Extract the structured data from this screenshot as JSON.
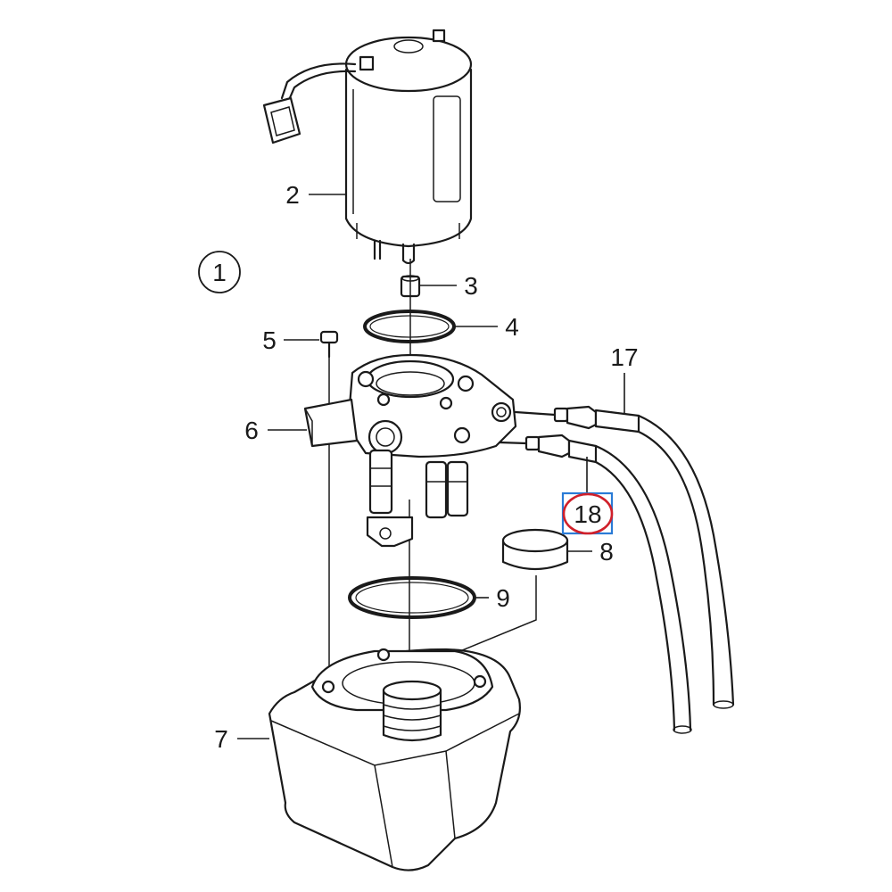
{
  "diagram": {
    "callouts": {
      "c1": "1",
      "c2": "2",
      "c3": "3",
      "c4": "4",
      "c5": "5",
      "c6": "6",
      "c7": "7",
      "c8": "8",
      "c9": "9",
      "c17": "17",
      "c18": "18"
    },
    "highlight": {
      "part": "18",
      "circle_color": "#d0202a",
      "box_color": "#2a7bd6"
    },
    "parts": [
      "electric-motor",
      "coupling",
      "o-ring-upper",
      "screw",
      "valve-block",
      "reservoir",
      "filter-cap",
      "o-ring-lower",
      "hose",
      "hose"
    ]
  }
}
